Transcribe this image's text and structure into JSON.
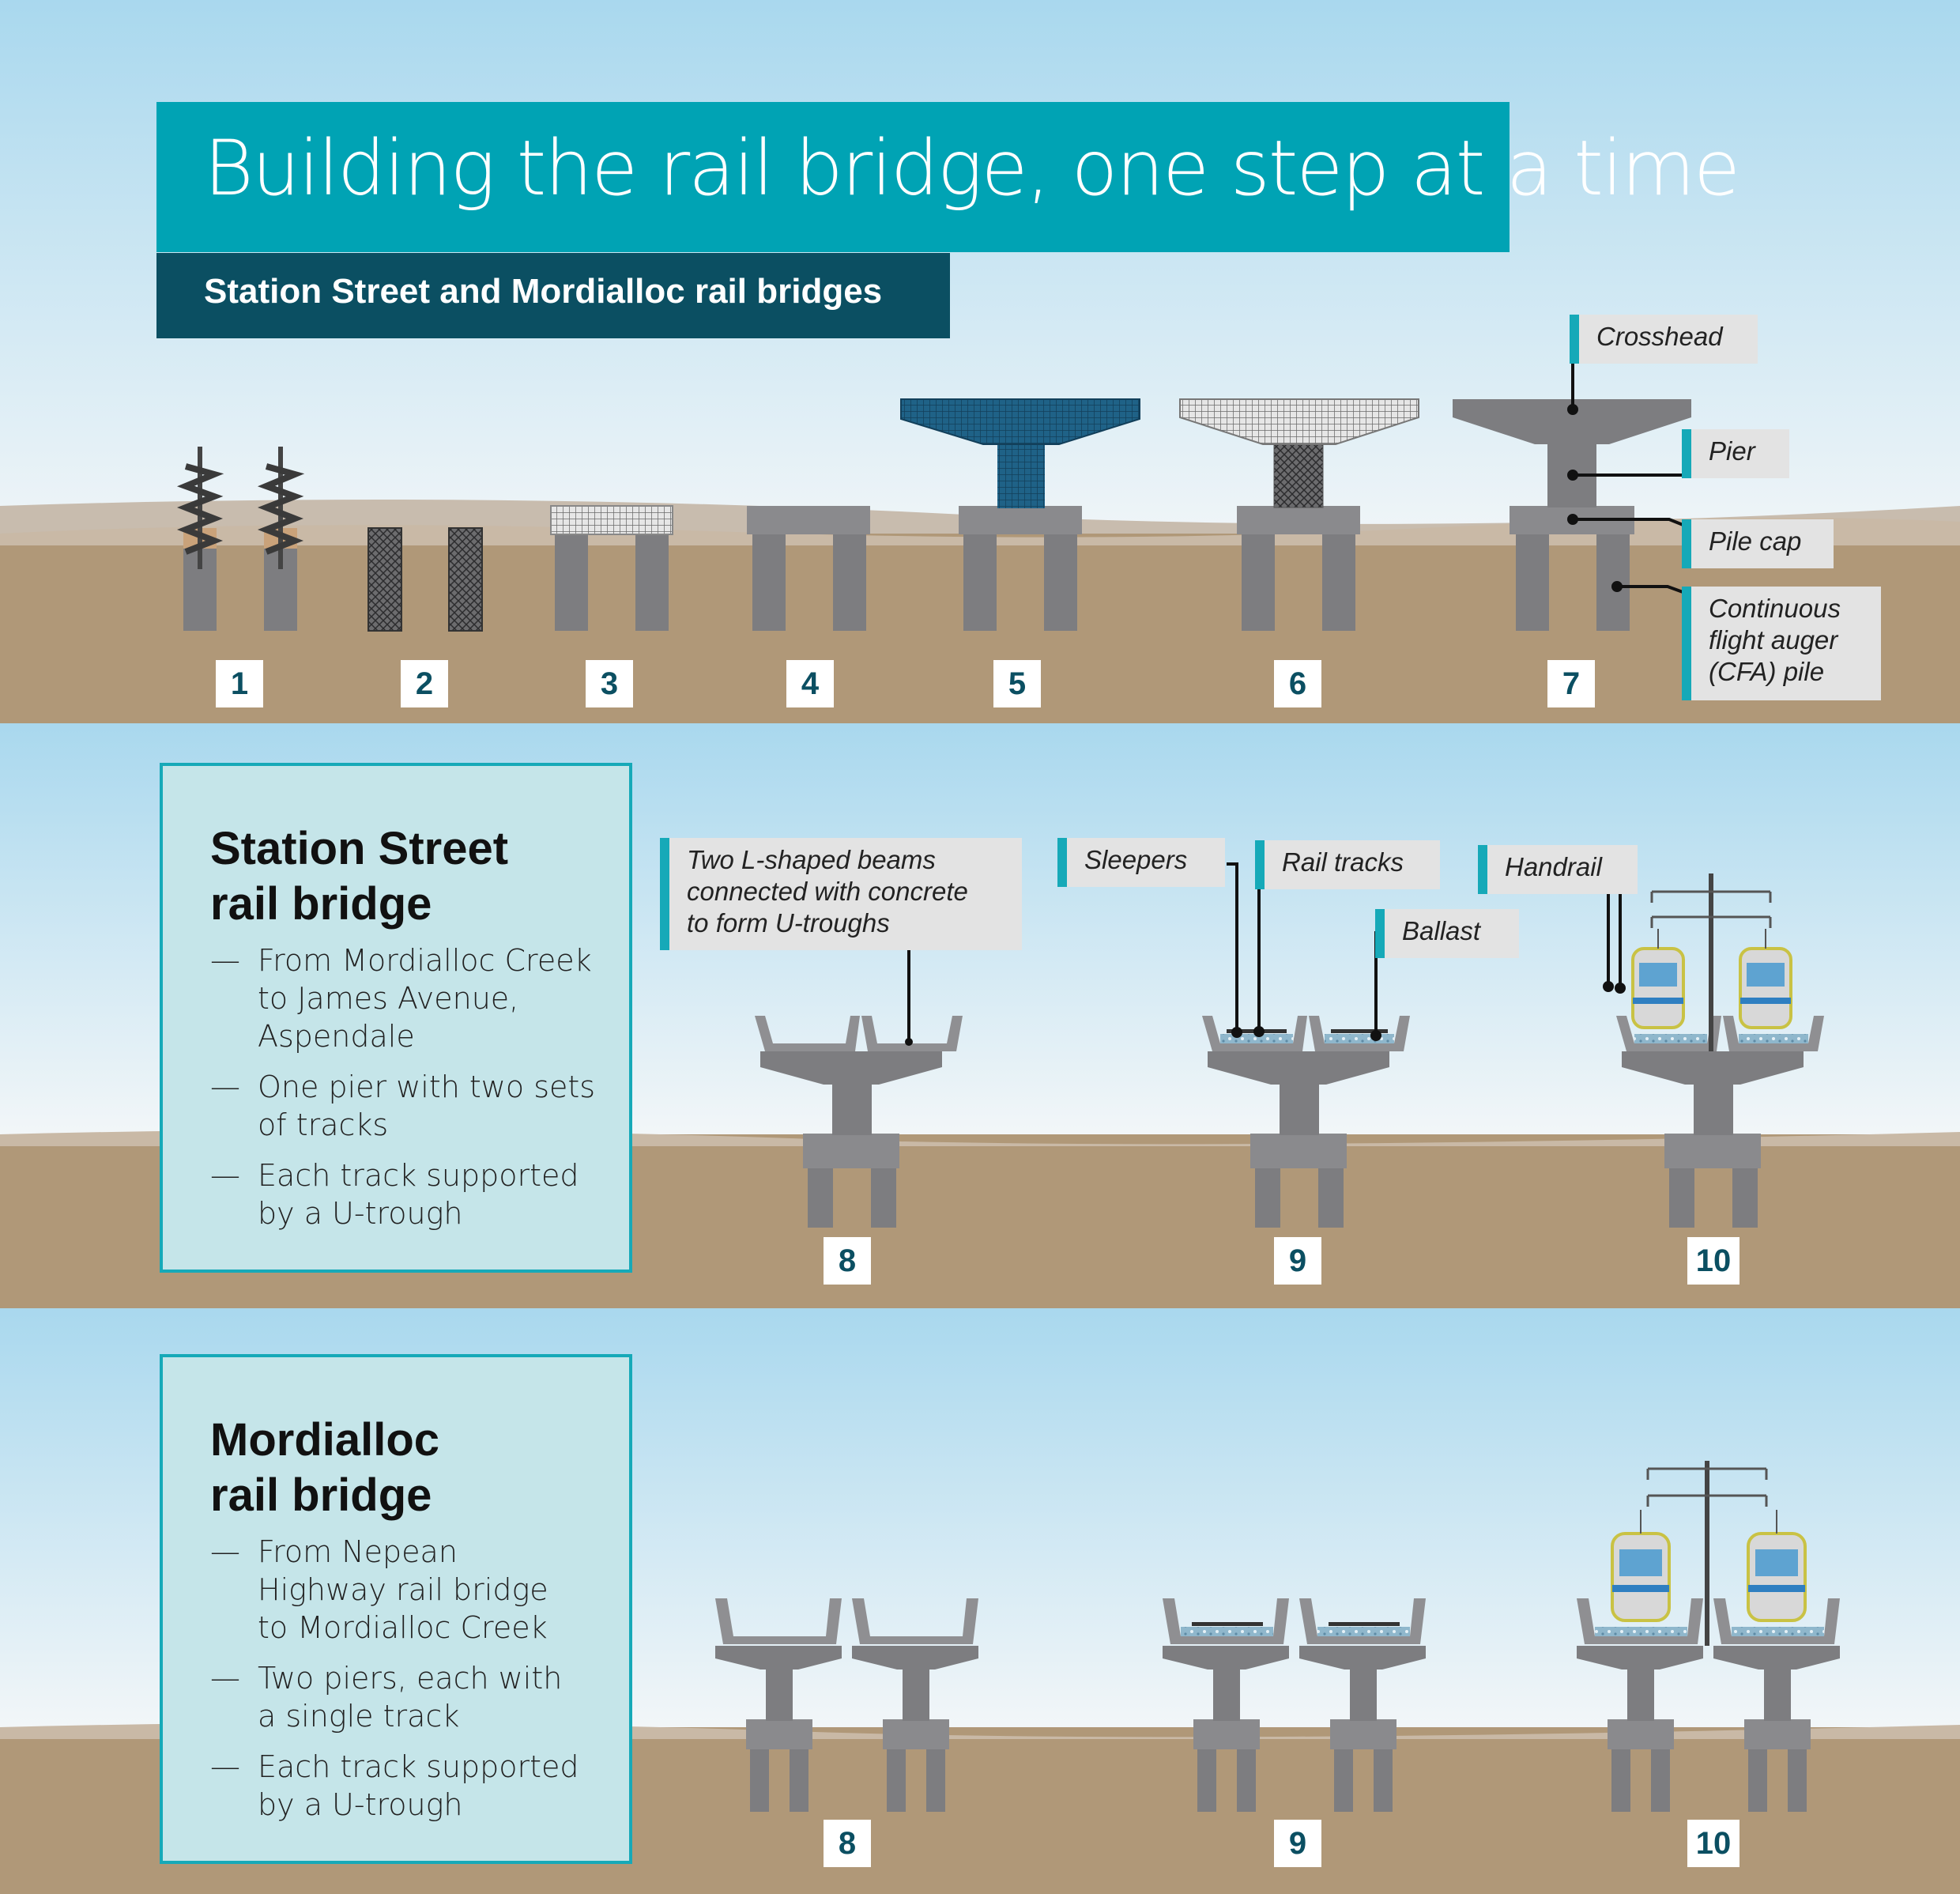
{
  "title": "Building the rail bridge, one step at a time",
  "subtitle": "Station Street and Mordialloc rail bridges",
  "steps_row1": [
    "1",
    "2",
    "3",
    "4",
    "5",
    "6",
    "7"
  ],
  "component_labels": {
    "crosshead": "Crosshead",
    "pier": "Pier",
    "pile_cap": "Pile cap",
    "cfa_pile": "Continuous\nflight auger\n(CFA) pile"
  },
  "station_street": {
    "title": "Station Street\nrail bridge",
    "bullets": [
      " From Mordialloc Creek\nto James Avenue,\nAspendale",
      "One pier with two sets\nof tracks",
      "Each track supported\nby a U-trough"
    ],
    "steps": [
      "8",
      "9",
      "10"
    ]
  },
  "deck_labels": {
    "l_beams": "Two L-shaped beams\nconnected with concrete\nto form U-troughs",
    "sleepers": "Sleepers",
    "rail_tracks": "Rail tracks",
    "ballast": "Ballast",
    "handrail": "Handrail"
  },
  "mordialloc": {
    "title": "Mordialloc\nrail bridge",
    "bullets": [
      "From Nepean\nHighway rail bridge\nto Mordialloc Creek",
      "Two piers, each with\na single track",
      "Each track supported\nby a U-trough"
    ],
    "steps": [
      "8",
      "9",
      "10"
    ]
  },
  "colors": {
    "sky_top": "#a9d8ee",
    "ground": "#b09878",
    "concrete": "#7d7d80",
    "rebar": "#1f6287",
    "accent": "#00a3b4",
    "dark_teal": "#0b4f62"
  }
}
